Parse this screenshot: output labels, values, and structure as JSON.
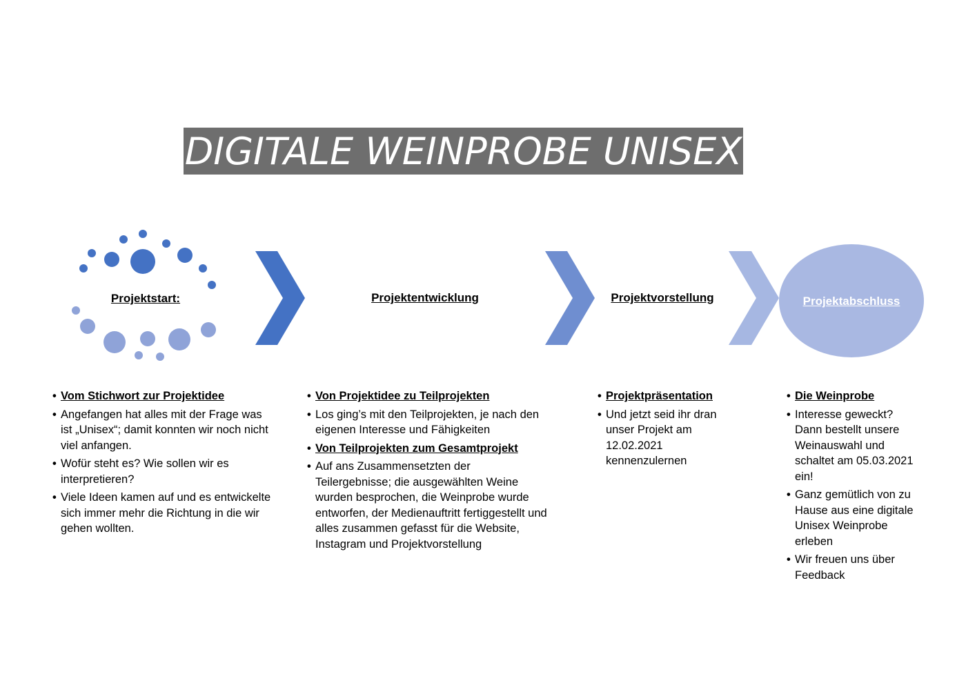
{
  "title": "DIGITALE WEINPROBE UNISEX",
  "colors": {
    "title_bg": "#6e6e6e",
    "dots_dark": "#4472c4",
    "dots_light": "#8fa3d8",
    "chevron_1": "#4472c4",
    "chevron_2": "#6f8ed0",
    "chevron_3": "#a6b7e2",
    "ellipse": "#a9b8e2"
  },
  "stages": [
    {
      "label": "Projektstart:"
    },
    {
      "label": "Projektentwicklung"
    },
    {
      "label": "Projektvorstellung"
    },
    {
      "label": "Projektabschluss"
    }
  ],
  "columns": [
    {
      "items": [
        {
          "text": "Vom Stichwort zur Projektidee",
          "head": true
        },
        {
          "text": "Angefangen hat alles mit der Frage was ist „Unisex“; damit konnten wir noch nicht viel anfangen.",
          "head": false
        },
        {
          "text": "Wofür steht es? Wie sollen wir es interpretieren?",
          "head": false
        },
        {
          "text": "Viele Ideen kamen auf und es entwickelte sich immer mehr die Richtung in die wir gehen wollten.",
          "head": false
        }
      ]
    },
    {
      "items": [
        {
          "text": "Von Projektidee zu Teilprojekten",
          "head": true
        },
        {
          "text": "Los ging’s mit den Teilprojekten, je nach den eigenen Interesse und Fähigkeiten",
          "head": false
        },
        {
          "text": "Von Teilprojekten zum Gesamtprojekt",
          "head": true
        },
        {
          "text": "Auf ans Zusammensetzten der Teilergebnisse; die ausgewählten Weine wurden besprochen, die Weinprobe wurde entworfen, der Medienauftritt fertiggestellt und alles zusammen gefasst für die Website, Instagram und Projektvorstellung",
          "head": false
        }
      ]
    },
    {
      "items": [
        {
          "text": "Projektpräsentation",
          "head": true
        },
        {
          "text": "Und jetzt seid ihr dran unser Projekt am 12.02.2021 kennenzulernen",
          "head": false
        }
      ]
    },
    {
      "items": [
        {
          "text": "Die Weinprobe",
          "head": true
        },
        {
          "text": "Interesse geweckt? Dann bestellt unsere Weinauswahl und schaltet am 05.03.2021 ein!",
          "head": false
        },
        {
          "text": "Ganz gemütlich von zu Hause aus eine digitale Unisex Weinprobe erleben",
          "head": false
        },
        {
          "text": "Wir freuen uns über Feedback",
          "head": false
        }
      ]
    }
  ]
}
